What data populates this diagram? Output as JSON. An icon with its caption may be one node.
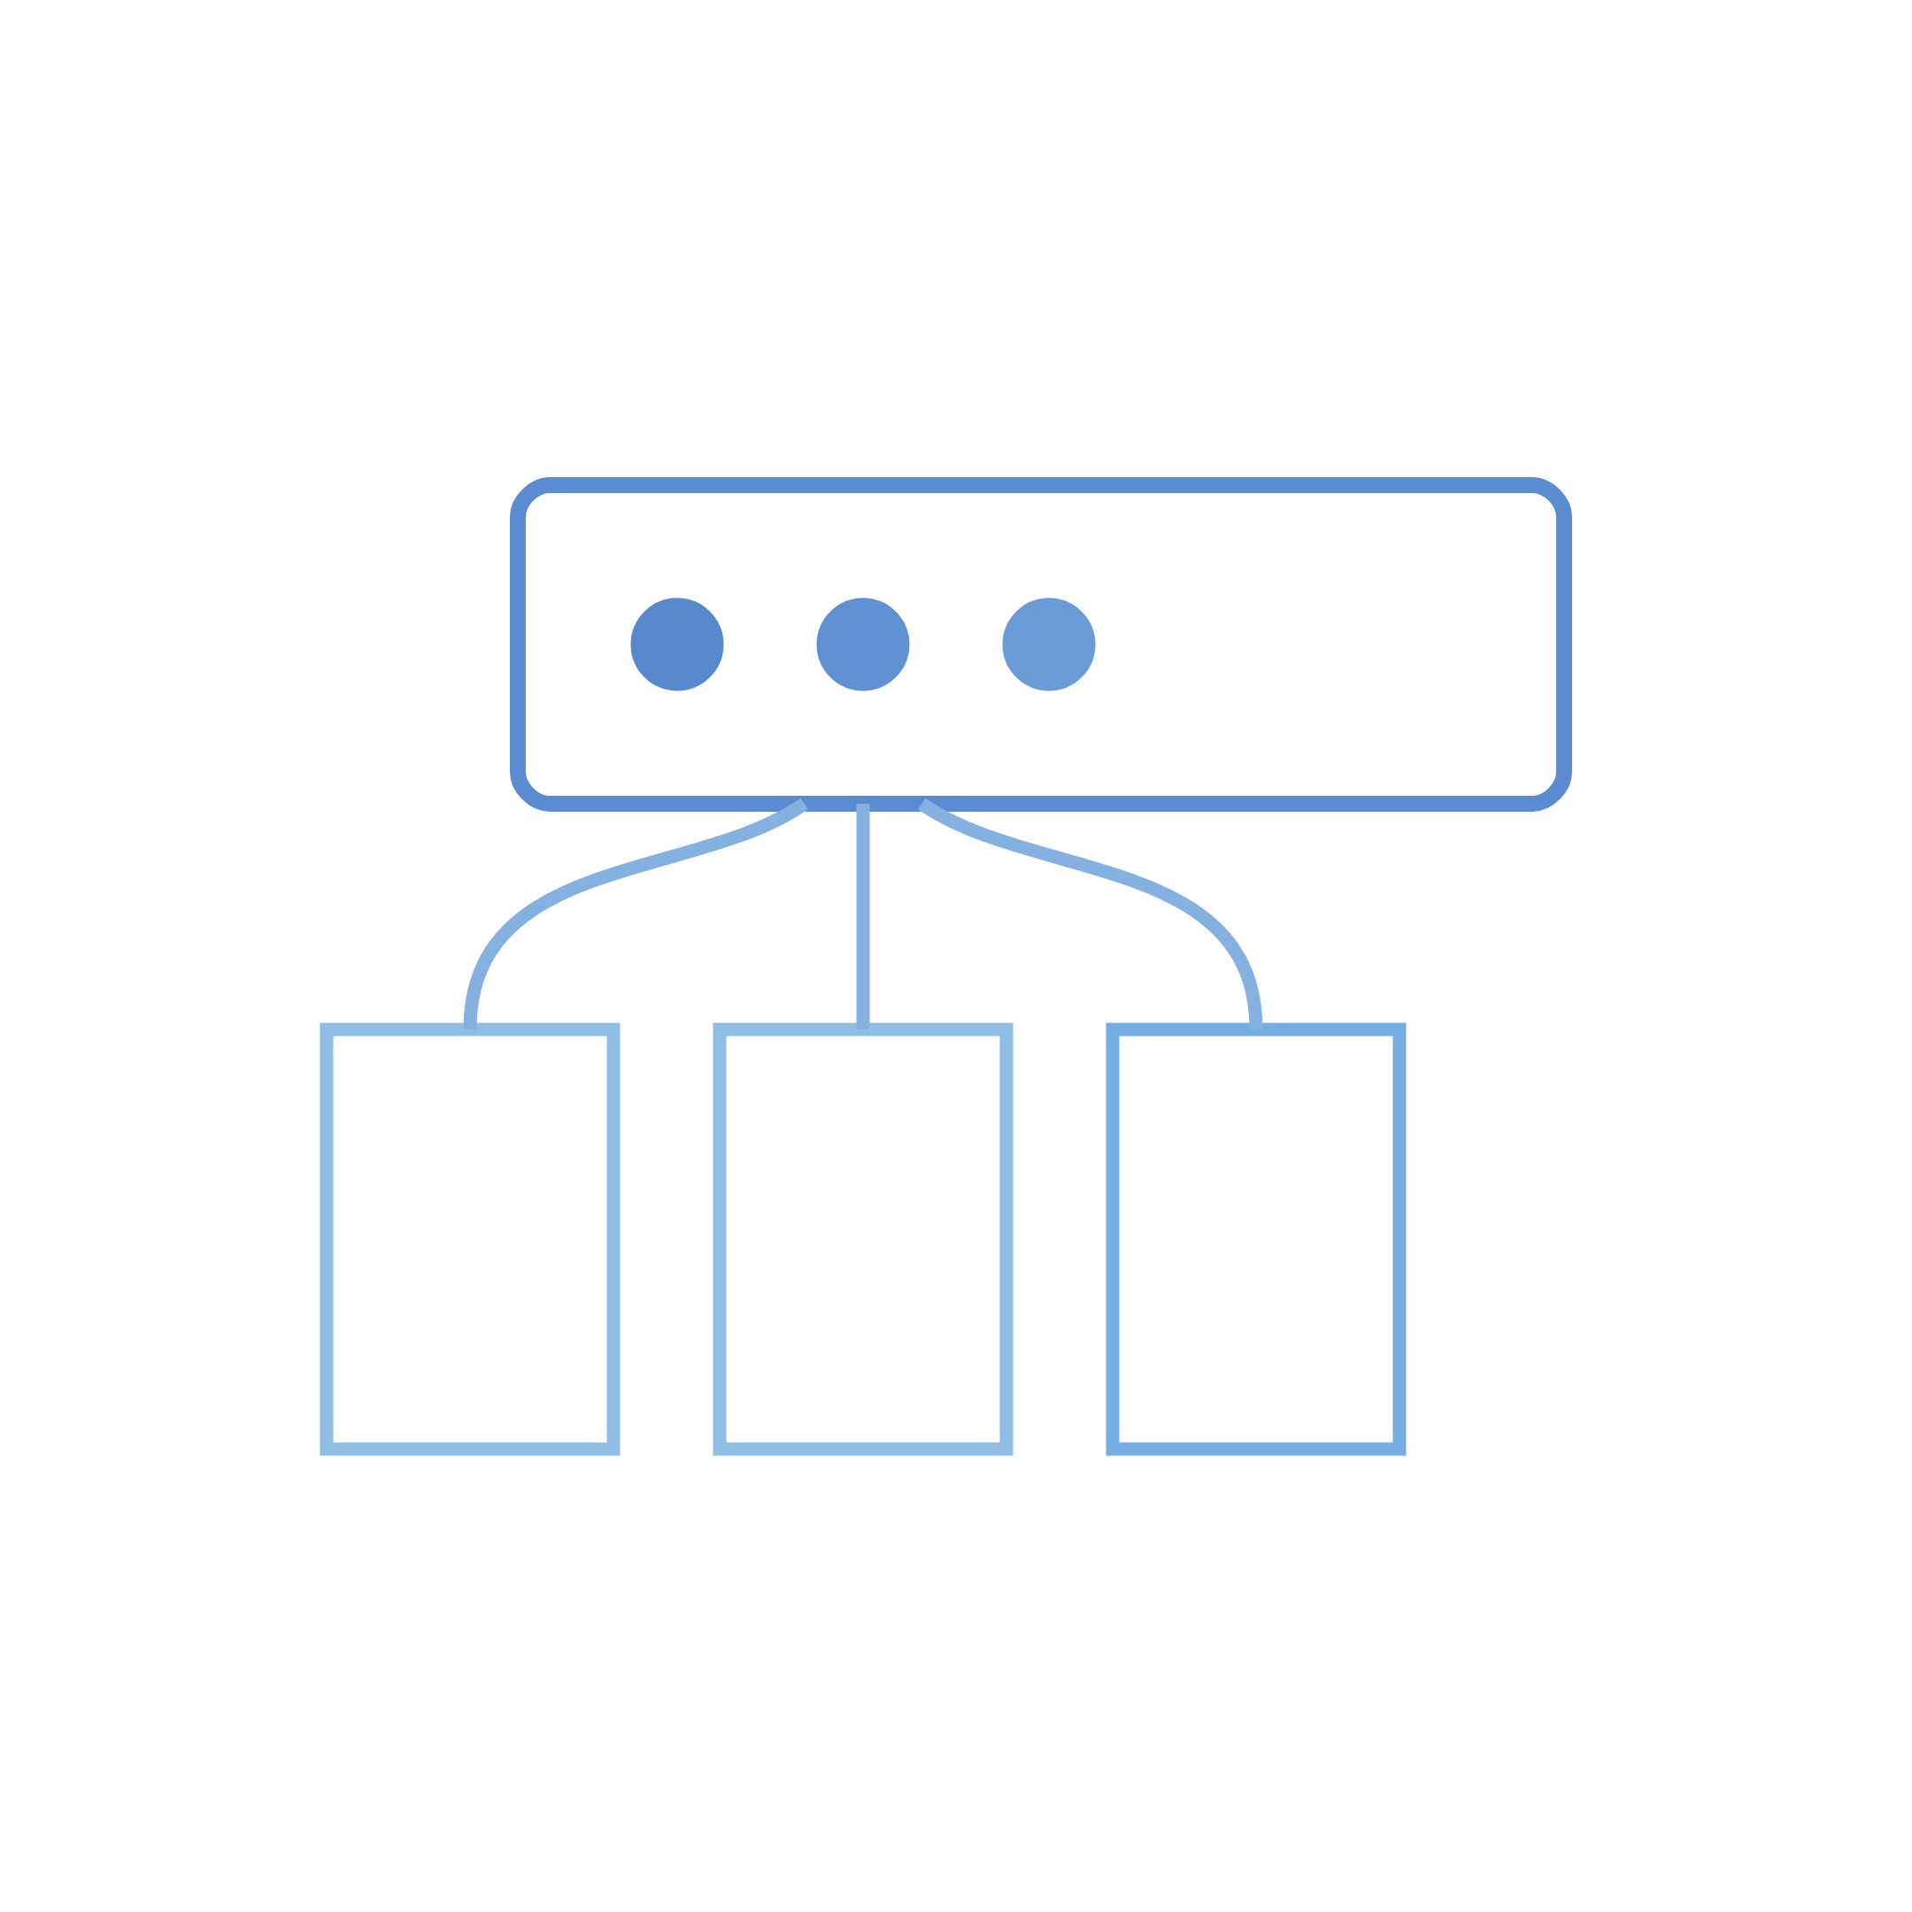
{
  "diagram": {
    "nodes": [
      {
        "text": [],
        "shape": "box"
      },
      {
        "text": [],
        "shape": "circle",
        "in": 0
      },
      {
        "text": [],
        "shape": "circle",
        "in": 0
      },
      {
        "text": [],
        "shape": "circle",
        "in": 0
      },
      {
        "text": [],
        "shape": "box"
      },
      {
        "text": [],
        "shape": "box"
      },
      {
        "text": [],
        "shape": "box"
      }
    ],
    "edges": [
      {
        "from": 0,
        "to": 4,
        "arrow": "none"
      },
      {
        "from": 0,
        "to": 5,
        "arrow": "none"
      },
      {
        "from": 0,
        "to": 6,
        "arrow": "none"
      }
    ]
  }
}
